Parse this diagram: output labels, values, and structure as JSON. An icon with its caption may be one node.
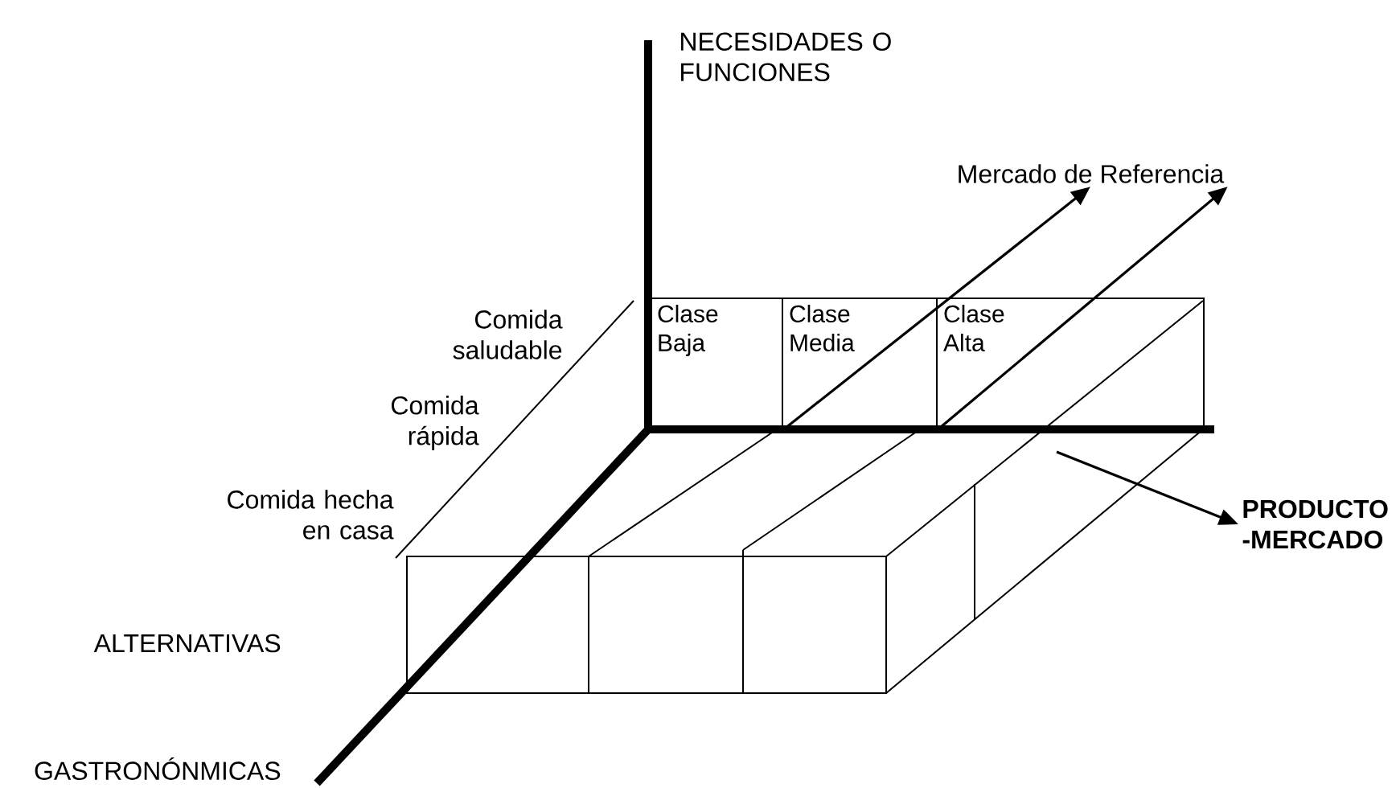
{
  "diagram": {
    "nodes": [
      {
        "text": [
          "Clase Baja"
        ]
      },
      {
        "text": [
          "Clase Media"
        ]
      },
      {
        "text": [
          "Clase Alta"
        ]
      },
      {
        "text": [
          "Mercado de Referencia"
        ]
      },
      {
        "text": [
          "PRODUCTO -MERCADO"
        ]
      }
    ],
    "edges": [
      {
        "from": 1,
        "to": 3,
        "arrow": "to"
      },
      {
        "from": 2,
        "to": 3,
        "arrow": "to"
      },
      {
        "from": null,
        "to": 4,
        "arrow": "to"
      }
    ],
    "labels": [
      "NECESIDADES O FUNCIONES",
      "Comida saludable",
      "Comida rápida",
      "Comida hecha en casa",
      "ALTERNATIVAS",
      "GASTRONÓNMICAS"
    ]
  }
}
